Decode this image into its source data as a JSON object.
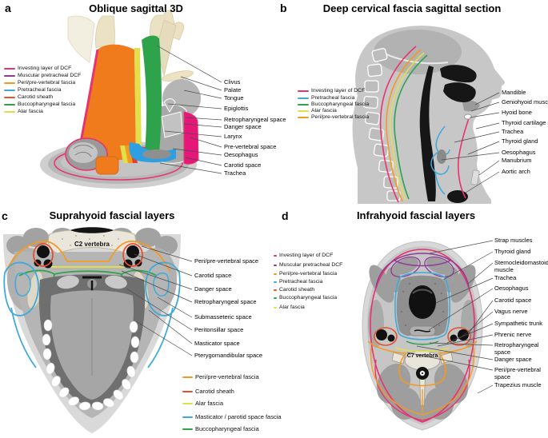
{
  "figure": {
    "background": "#ffffff",
    "panels": [
      {
        "letter": "a",
        "title": "Oblique sagittal 3D",
        "legend": [
          {
            "label": "Investing layer of DCF",
            "color": "#E8336E"
          },
          {
            "label": "Muscular pretracheal DCF",
            "color": "#8E3A97"
          },
          {
            "label": "Peri/pre-vertebral fascia",
            "color": "#F49A21"
          },
          {
            "label": "Pretracheal fascia",
            "color": "#3FA9DC"
          },
          {
            "label": "Carotid sheath",
            "color": "#E2552D"
          },
          {
            "label": "Buccopharyngeal fascia",
            "color": "#2FA34C"
          },
          {
            "label": "Alar fascia",
            "color": "#E2DF4A"
          }
        ],
        "labels": [
          "Clivus",
          "Palate",
          "Tongue",
          "Epiglottis",
          "Retropharyngeal space",
          "Danger space",
          "Larynx",
          "Pre-vertebral space",
          "Oesophagus",
          "Carotid space",
          "Trachea"
        ]
      },
      {
        "letter": "b",
        "title": "Deep cervical fascia sagittal section",
        "legend": [
          {
            "label": "Investing layer of DCF",
            "color": "#E8336E"
          },
          {
            "label": "Pretracheal fascia",
            "color": "#3FA9DC"
          },
          {
            "label": "Buccopharyngeal fascia",
            "color": "#2FA34C"
          },
          {
            "label": "Alar fascia",
            "color": "#E2DF4A"
          },
          {
            "label": "Peri/pre-vertebral fascia",
            "color": "#F49A21"
          }
        ],
        "labels": [
          "Mandible",
          "Geniohyoid muscle",
          "Hyoid bone",
          "Thyroid cartilage",
          "Trachea",
          "Thyroid gland",
          "Oesophagus",
          "Manubrium",
          "Aortic arch"
        ]
      },
      {
        "letter": "c",
        "title": "Suprahyoid fascial layers",
        "inner_label": "C2 vertebra",
        "labels": [
          "Peri/pre-vertebral space",
          "Carotid space",
          "Danger space",
          "Retropharyngeal space",
          "Submasseteric space",
          "Peritonsillar space",
          "Masticator space",
          "Pterygomandibular space"
        ],
        "legend": [
          {
            "label": "Peri/pre-vertebral fascia",
            "color": "#F49A21"
          },
          {
            "label": "Carotid sheath",
            "color": "#E2502D"
          },
          {
            "label": "Alar fascia",
            "color": "#E2DF4A"
          },
          {
            "label": "Masticator / parotid space fascia",
            "color": "#3FA9DC"
          },
          {
            "label": "Buccopharyngeal fascia",
            "color": "#2FA34C"
          }
        ]
      },
      {
        "letter": "d",
        "title": "Infrahyoid fascial layers",
        "inner_label": "C7 vertebra",
        "legend": [
          {
            "label": "Investing layer of DCF",
            "color": "#E8336E"
          },
          {
            "label": "Muscular pretracheal DCF",
            "color": "#8E3A97"
          },
          {
            "label": "Peri/pre-vertebral fascia",
            "color": "#F49A21"
          },
          {
            "label": "Pretracheal fascia",
            "color": "#3FA9DC"
          },
          {
            "label": "Carotid sheath",
            "color": "#E2552D"
          },
          {
            "label": "Buccopharyngeal fascia",
            "color": "#2FA34C"
          },
          {
            "label": "Alar fascia",
            "color": "#E2DF4A"
          }
        ],
        "labels": [
          "Strap muscles",
          "Thyroid gland",
          "Sternocleidomastoid muscle",
          "Trachea",
          "Oesophagus",
          "Carotid space",
          "Vagus nerve",
          "Sympathetic trunk",
          "Phrenic nerve",
          "Retropharyngeal space",
          "Danger space",
          "Peri/pre-vertebral space",
          "Trapezius muscle"
        ]
      }
    ]
  }
}
